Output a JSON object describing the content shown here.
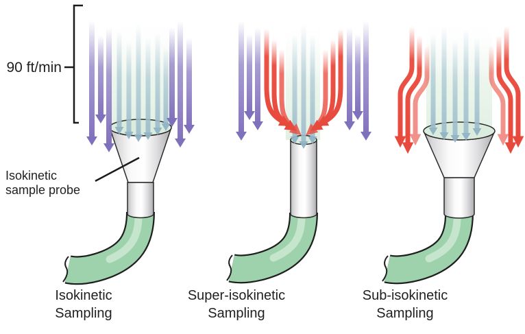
{
  "figure": {
    "velocity_label": "90 ft/min",
    "probe_label": {
      "line1": "Isokinetic",
      "line2": "sample probe"
    },
    "panels": [
      {
        "name": "isokinetic",
        "caption": {
          "line1": "Isokinetic",
          "line2": "Sampling"
        }
      },
      {
        "name": "super-isokinetic",
        "caption": {
          "line1": "Super-isokinetic",
          "line2": "Sampling"
        }
      },
      {
        "name": "sub-isokinetic",
        "caption": {
          "line1": "Sub-isokinetic",
          "line2": "Sampling"
        }
      }
    ],
    "colors": {
      "freestream_air_arrow": "#8b7cc3",
      "diverted_air_arrow": "#e8493d",
      "sampled_air_arrow": "#9cbccb",
      "sample_stream_band": "#e2f0e4",
      "probe_tube_green": "#9ed2ad",
      "probe_metal_light": "#fafafa",
      "probe_metal_dark": "#b9b9bc",
      "probe_mouth_fill": "#d9ecdd",
      "outline": "#2a2a2a",
      "text": "#1f1f1f",
      "background": "#ffffff"
    }
  }
}
